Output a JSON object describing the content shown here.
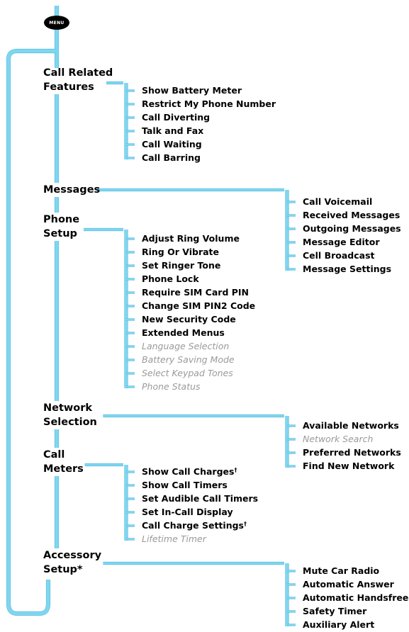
{
  "menu_button": {
    "label": "MENU"
  },
  "colors": {
    "connector": "#7fd6f0",
    "connector_edge": "#55b9dc",
    "disabled_text": "#9a9a9a"
  },
  "categories": [
    {
      "lines": [
        "Call Related",
        "Features"
      ],
      "items": [
        {
          "label": "Show Battery Meter"
        },
        {
          "label": "Restrict My Phone Number"
        },
        {
          "label": "Call Diverting"
        },
        {
          "label": "Talk and Fax"
        },
        {
          "label": "Call Waiting"
        },
        {
          "label": "Call Barring"
        }
      ]
    },
    {
      "lines": [
        "Messages"
      ],
      "items": [
        {
          "label": "Call Voicemail"
        },
        {
          "label": "Received Messages"
        },
        {
          "label": "Outgoing Messages"
        },
        {
          "label": "Message Editor"
        },
        {
          "label": "Cell Broadcast"
        },
        {
          "label": "Message Settings"
        }
      ]
    },
    {
      "lines": [
        "Phone",
        "Setup"
      ],
      "items": [
        {
          "label": "Adjust Ring Volume"
        },
        {
          "label": "Ring Or Vibrate"
        },
        {
          "label": "Set Ringer Tone"
        },
        {
          "label": "Phone Lock"
        },
        {
          "label": "Require SIM Card PIN"
        },
        {
          "label": "Change SIM PIN2 Code"
        },
        {
          "label": "New Security Code"
        },
        {
          "label": "Extended Menus"
        },
        {
          "label": "Language Selection",
          "extended": true
        },
        {
          "label": "Battery Saving Mode",
          "extended": true
        },
        {
          "label": "Select Keypad Tones",
          "extended": true
        },
        {
          "label": "Phone Status",
          "extended": true
        }
      ]
    },
    {
      "lines": [
        "Network",
        "Selection"
      ],
      "items": [
        {
          "label": "Available Networks"
        },
        {
          "label": "Network Search",
          "extended": true
        },
        {
          "label": "Preferred Networks"
        },
        {
          "label": "Find New Network"
        }
      ]
    },
    {
      "lines": [
        "Call",
        "Meters"
      ],
      "items": [
        {
          "label": "Show Call Charges",
          "mark": "†"
        },
        {
          "label": "Show Call Timers"
        },
        {
          "label": "Set Audible Call Timers"
        },
        {
          "label": "Set In-Call Display"
        },
        {
          "label": "Call Charge Settings",
          "mark": "†"
        },
        {
          "label": "Lifetime Timer",
          "extended": true
        }
      ]
    },
    {
      "lines": [
        "Accessory",
        "Setup*"
      ],
      "items": [
        {
          "label": "Mute Car Radio"
        },
        {
          "label": "Automatic Answer"
        },
        {
          "label": "Automatic Handsfree"
        },
        {
          "label": "Safety Timer"
        },
        {
          "label": "Auxiliary Alert"
        }
      ]
    }
  ]
}
